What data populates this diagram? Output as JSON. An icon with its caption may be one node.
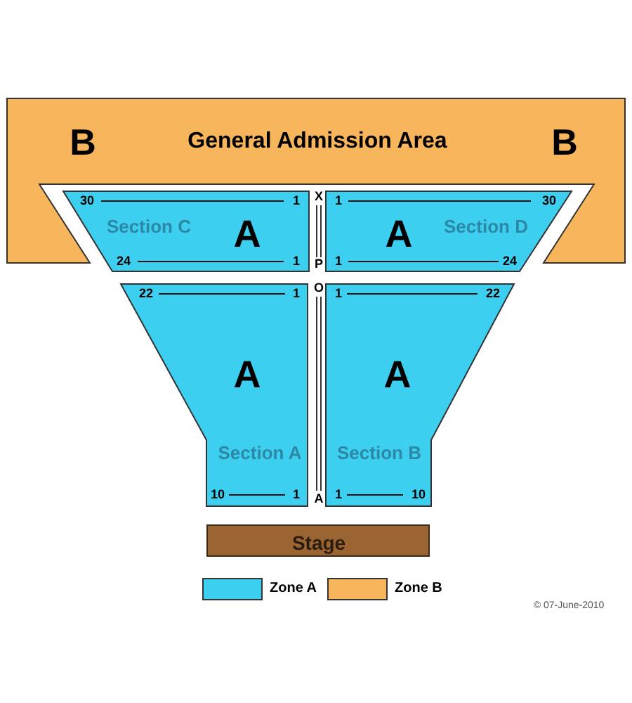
{
  "diagram": {
    "nodes": [
      {
        "text": [
          "B",
          "General Admission Area",
          "B"
        ]
      },
      {
        "text": [
          "30",
          "1",
          "Section C",
          "A",
          "24",
          "1"
        ]
      },
      {
        "text": [
          "1",
          "30",
          "A",
          "Section D",
          "1",
          "24"
        ]
      },
      {
        "text": [
          "22",
          "1",
          "A",
          "Section A",
          "10",
          "1"
        ]
      },
      {
        "text": [
          "1",
          "22",
          "A",
          "Section B",
          "1",
          "10"
        ]
      },
      {
        "text": [
          "Stage"
        ]
      }
    ],
    "labels": [
      "X",
      "P",
      "O",
      "A",
      "© 07-June-2010"
    ],
    "legend": [
      {
        "text": "Zone A",
        "color": "#3dcff0"
      },
      {
        "text": "Zone B",
        "color": "#f7b55c"
      }
    ]
  }
}
